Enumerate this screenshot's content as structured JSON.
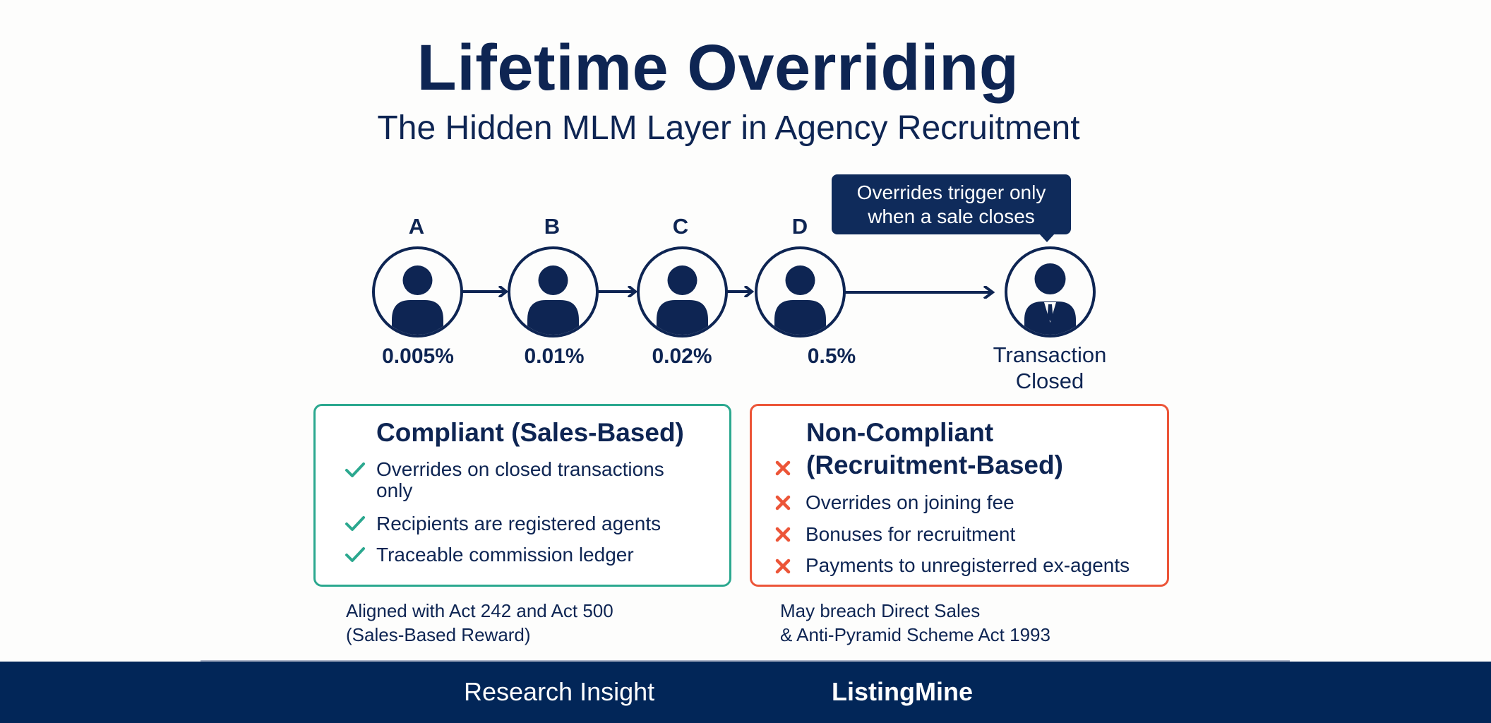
{
  "header": {
    "title": "Lifetime Overriding",
    "subtitle": "The Hidden MLM Layer in Agency Recruitment"
  },
  "flow": {
    "nodes": [
      {
        "label": "A",
        "rate": "0.005%"
      },
      {
        "label": "B",
        "rate": "0.01%"
      },
      {
        "label": "C",
        "rate": "0.02%"
      },
      {
        "label": "D",
        "rate": "0.5%"
      }
    ],
    "final_node": {
      "label_line1": "Transaction",
      "label_line2": "Closed",
      "icon": "businessman-icon"
    },
    "tooltip": {
      "line1": "Overrides trigger only",
      "line2": "when a sale closes"
    },
    "colors": {
      "primary": "#0e2553"
    }
  },
  "compliant": {
    "title": "Compliant (Sales-Based)",
    "icon": "check-icon",
    "color": "#2ba88f",
    "items": [
      {
        "line1": "Overrides on closed transactions",
        "line2": "only"
      },
      {
        "line1": "Recipients are registered agents"
      },
      {
        "line1": "Traceable commission ledger"
      }
    ],
    "note_line1": "Aligned with Act 242 and Act 500",
    "note_line2": "(Sales-Based Reward)"
  },
  "non_compliant": {
    "title_line1": "Non-Compliant",
    "title_line2": "(Recruitment-Based)",
    "icon": "cross-icon",
    "color": "#ec5538",
    "items": [
      "Overrides on joining fee",
      "Bonuses for recruitment",
      "Payments to unregisterred ex-agents"
    ],
    "note_line1": "May breach Direct Sales",
    "note_line2": "& Anti-Pyramid Scheme Act 1993"
  },
  "footer": {
    "left": "Research Insight",
    "right": "ListingMine",
    "background": "#022658"
  }
}
